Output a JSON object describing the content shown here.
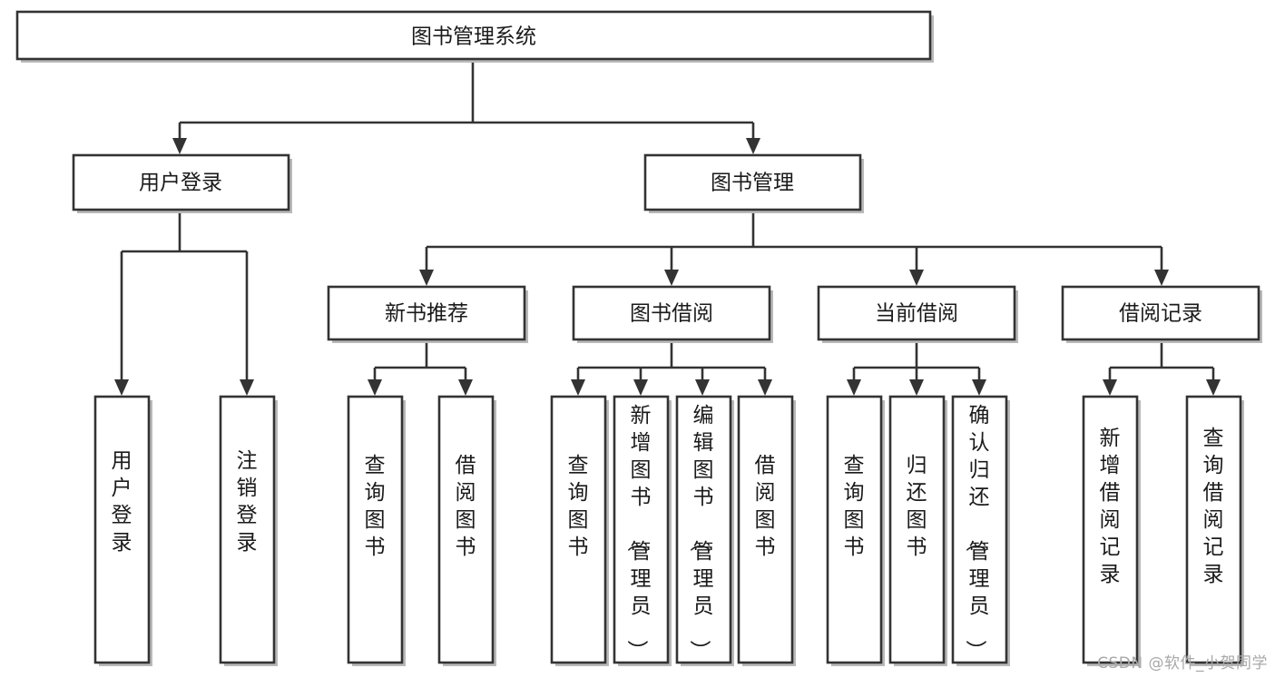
{
  "diagram": {
    "type": "tree-hierarchy-chart",
    "title_text": "图书管理系统",
    "root": {
      "id": "root",
      "label": "图书管理系统"
    },
    "level2": [
      {
        "id": "user-login",
        "label": "用户登录"
      },
      {
        "id": "book-management",
        "label": "图书管理"
      }
    ],
    "level3": [
      {
        "id": "new-book-recommend",
        "label": "新书推荐",
        "parent": "book-management"
      },
      {
        "id": "book-borrow",
        "label": "图书借阅",
        "parent": "book-management"
      },
      {
        "id": "current-borrow",
        "label": "当前借阅",
        "parent": "book-management"
      },
      {
        "id": "borrow-record",
        "label": "借阅记录",
        "parent": "book-management"
      }
    ],
    "leaves": [
      {
        "id": "leaf-user-login",
        "label": "用户登录",
        "parent": "user-login"
      },
      {
        "id": "leaf-logout-login",
        "label": "注销登录",
        "parent": "user-login"
      },
      {
        "id": "leaf-query-book-1",
        "label": "查询图书",
        "parent": "new-book-recommend"
      },
      {
        "id": "leaf-borrow-book-1",
        "label": "借阅图书",
        "parent": "new-book-recommend"
      },
      {
        "id": "leaf-query-book-2",
        "label": "查询图书",
        "parent": "book-borrow"
      },
      {
        "id": "leaf-add-book",
        "label": "新增图书（管理员）",
        "parent": "book-borrow"
      },
      {
        "id": "leaf-edit-book",
        "label": "编辑图书（管理员）",
        "parent": "book-borrow"
      },
      {
        "id": "leaf-borrow-book-2",
        "label": "借阅图书",
        "parent": "book-borrow"
      },
      {
        "id": "leaf-query-book-3",
        "label": "查询图书",
        "parent": "current-borrow"
      },
      {
        "id": "leaf-return-book",
        "label": "归还图书",
        "parent": "current-borrow"
      },
      {
        "id": "leaf-confirm-return",
        "label": "确认归还（管理员）",
        "parent": "current-borrow"
      },
      {
        "id": "leaf-add-record",
        "label": "新增借阅记录",
        "parent": "borrow-record"
      },
      {
        "id": "leaf-query-record",
        "label": "查询借阅记录",
        "parent": "borrow-record"
      }
    ],
    "colors": {
      "box_stroke": "#333333",
      "box_fill": "#ffffff",
      "text": "#1a1a1a",
      "shadow": "#b9b9b9",
      "background": "#ffffff",
      "watermark": "#a8a8a8"
    }
  },
  "watermark": {
    "text": "CSDN @软件_小贺同学"
  }
}
